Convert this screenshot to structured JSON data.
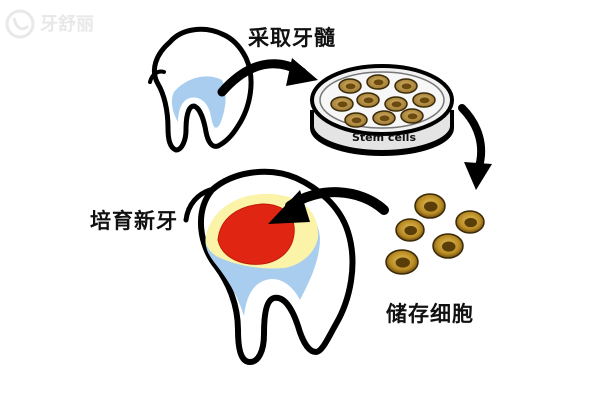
{
  "steps": {
    "extract_pulp": "采取牙髓",
    "store_cells": "储存细胞",
    "grow_tooth": "培育新牙"
  },
  "dish": {
    "label": "Stem cells"
  },
  "watermark": {
    "text": "牙舒丽"
  },
  "colors": {
    "outline": "#000000",
    "pulp_blue": "#a9cdee",
    "pulp_yellow": "#fbf3a8",
    "pulp_red": "#e02612",
    "cell_fill": "#c59a2a",
    "cell_core": "#7a5a12",
    "dish_fill": "#ececec",
    "watermark": "#d7d7d7"
  },
  "icons": [
    "tooth-icon",
    "petri-dish-icon",
    "stem-cell-icon",
    "arrow-icon"
  ]
}
